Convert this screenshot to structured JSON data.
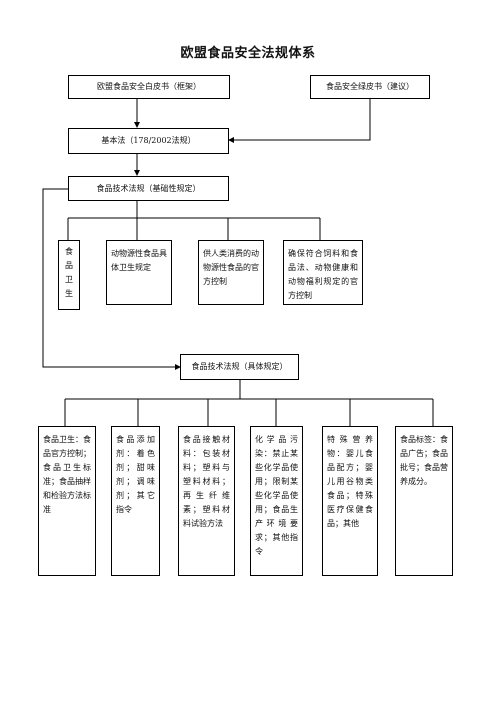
{
  "title": "欧盟食品安全法规体系",
  "nodes": {
    "white_paper": "欧盟食品安全白皮书（框架）",
    "green_paper": "食品安全绿皮书（建议）",
    "basic_law": "基本法（178/2002法规）",
    "tech_basic": "食品技术法规（基础性规定）",
    "hygiene_general": [
      "食",
      "品",
      "卫",
      "生"
    ],
    "animal_origin": "动物源性食品具体卫生规定",
    "official_control": "供人类消费的动物源性食品的官方控制",
    "feed_law": "确保符合饲料和食品法、动物健康和动物福利规定的官方控制",
    "tech_specific": "食品技术法规（具体规定）",
    "leaf_hygiene": "食品卫生：食品官方控制；食品卫生标准；食品抽样和检验方法标准",
    "leaf_additives": "食品添加剂：着色剂；甜味剂；调味剂；其它指令",
    "leaf_contact": "食品接触材料：包装材料；塑料与塑料材料；再生纤维素；塑料材料试验方法",
    "leaf_contaminants": "化学品污染：禁止某些化学品使用；限制某些化学品使用；食品生产环境要求；其他指令",
    "leaf_special": "特殊营养物：婴儿食品配方；婴儿用谷物类食品；特殊医疗保健食品；其他",
    "leaf_labeling": "食品标签：食品广告；食品批号；食品营养成分。"
  }
}
